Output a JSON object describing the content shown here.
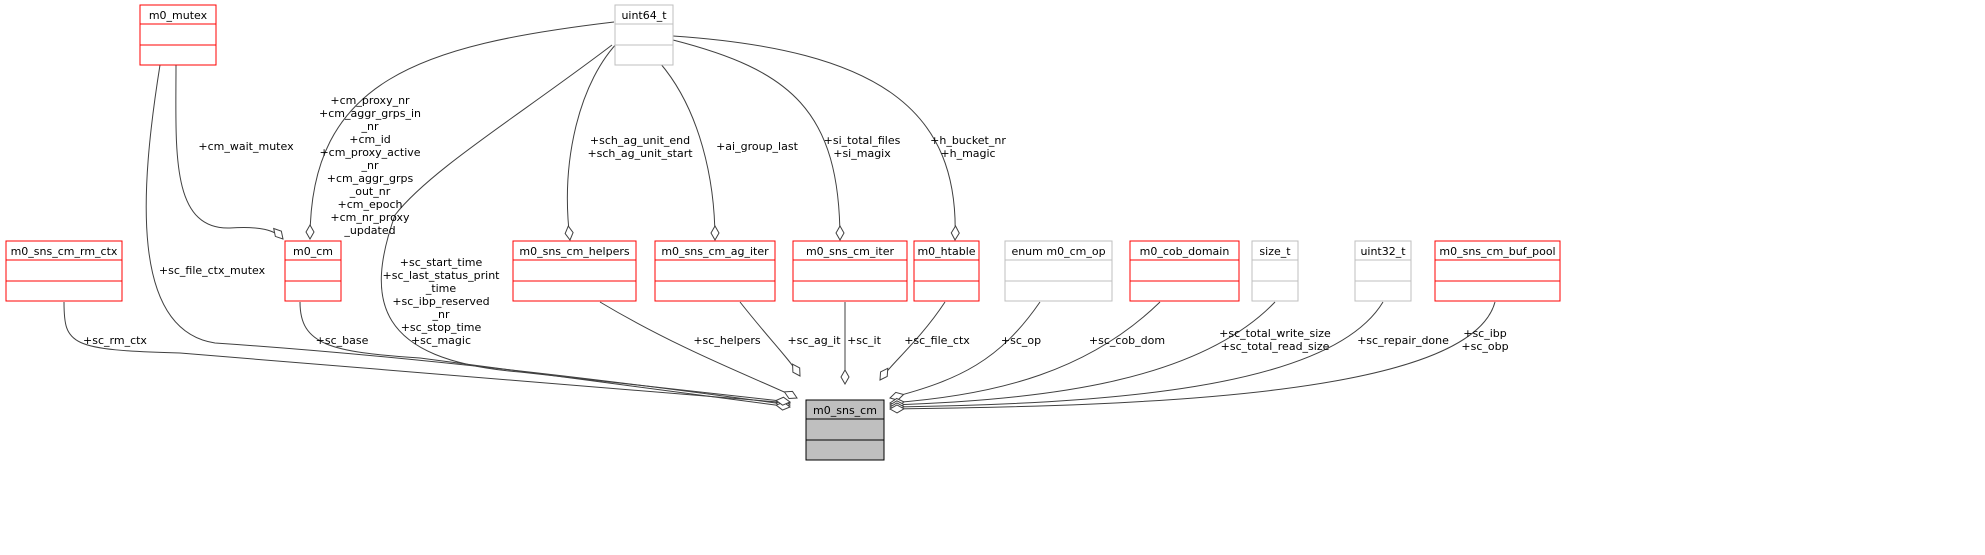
{
  "diagram": {
    "colors": {
      "class_border": "#ff0000",
      "external_border": "#bfbfbf",
      "main_fill": "#bfbfbf",
      "edge": "#404040"
    },
    "main_node": {
      "id": "m0_sns_cm",
      "label": "m0_sns_cm"
    },
    "nodes": [
      {
        "id": "m0_mutex",
        "label": "m0_mutex",
        "kind": "class"
      },
      {
        "id": "uint64_t",
        "label": "uint64_t",
        "kind": "external"
      },
      {
        "id": "m0_sns_cm_rm_ctx",
        "label": "m0_sns_cm_rm_ctx",
        "kind": "class"
      },
      {
        "id": "m0_cm",
        "label": "m0_cm",
        "kind": "class"
      },
      {
        "id": "m0_sns_cm_helpers",
        "label": "m0_sns_cm_helpers",
        "kind": "class"
      },
      {
        "id": "m0_sns_cm_ag_iter",
        "label": "m0_sns_cm_ag_iter",
        "kind": "class"
      },
      {
        "id": "m0_sns_cm_iter",
        "label": "m0_sns_cm_iter",
        "kind": "class"
      },
      {
        "id": "m0_htable",
        "label": "m0_htable",
        "kind": "class"
      },
      {
        "id": "enum_m0_cm_op",
        "label": "enum m0_cm_op",
        "kind": "external"
      },
      {
        "id": "m0_cob_domain",
        "label": "m0_cob_domain",
        "kind": "class"
      },
      {
        "id": "size_t",
        "label": "size_t",
        "kind": "external"
      },
      {
        "id": "uint32_t",
        "label": "uint32_t",
        "kind": "external"
      },
      {
        "id": "m0_sns_cm_buf_pool",
        "label": "m0_sns_cm_buf_pool",
        "kind": "class"
      }
    ],
    "edges": [
      {
        "from": "m0_sns_cm_rm_ctx",
        "to": "m0_sns_cm",
        "label": [
          "+sc_rm_ctx"
        ]
      },
      {
        "from": "m0_mutex",
        "to": "m0_sns_cm",
        "label": [
          "+sc_file_ctx_mutex"
        ]
      },
      {
        "from": "m0_mutex",
        "to": "m0_cm",
        "label": [
          "+cm_wait_mutex"
        ]
      },
      {
        "from": "uint64_t",
        "to": "m0_cm",
        "label": [
          "+cm_proxy_nr",
          "+cm_aggr_grps_in",
          "_nr",
          "+cm_id",
          "+cm_proxy_active",
          "_nr",
          "+cm_aggr_grps",
          "_out_nr",
          "+cm_epoch",
          "+cm_nr_proxy",
          "_updated"
        ]
      },
      {
        "from": "m0_cm",
        "to": "m0_sns_cm",
        "label": [
          "+sc_base"
        ]
      },
      {
        "from": "uint64_t",
        "to": "m0_sns_cm",
        "label": [
          "+sc_start_time",
          "+sc_last_status_print",
          "_time",
          "+sc_ibp_reserved",
          "_nr",
          "+sc_stop_time",
          "+sc_magic"
        ]
      },
      {
        "from": "uint64_t",
        "to": "m0_sns_cm_helpers",
        "label": [
          "+sch_ag_unit_end",
          "+sch_ag_unit_start"
        ]
      },
      {
        "from": "uint64_t",
        "to": "m0_sns_cm_ag_iter",
        "label": [
          "+ai_group_last"
        ]
      },
      {
        "from": "uint64_t",
        "to": "m0_sns_cm_iter",
        "label": [
          "+si_total_files",
          "+si_magix"
        ]
      },
      {
        "from": "uint64_t",
        "to": "m0_htable",
        "label": [
          "+h_bucket_nr",
          "+h_magic"
        ]
      },
      {
        "from": "m0_sns_cm_helpers",
        "to": "m0_sns_cm",
        "label": [
          "+sc_helpers"
        ]
      },
      {
        "from": "m0_sns_cm_ag_iter",
        "to": "m0_sns_cm",
        "label": [
          "+sc_ag_it"
        ]
      },
      {
        "from": "m0_sns_cm_iter",
        "to": "m0_sns_cm",
        "label": [
          "+sc_it"
        ]
      },
      {
        "from": "m0_htable",
        "to": "m0_sns_cm",
        "label": [
          "+sc_file_ctx"
        ]
      },
      {
        "from": "enum_m0_cm_op",
        "to": "m0_sns_cm",
        "label": [
          "+sc_op"
        ]
      },
      {
        "from": "m0_cob_domain",
        "to": "m0_sns_cm",
        "label": [
          "+sc_cob_dom"
        ]
      },
      {
        "from": "size_t",
        "to": "m0_sns_cm",
        "label": [
          "+sc_total_write_size",
          "+sc_total_read_size"
        ]
      },
      {
        "from": "uint32_t",
        "to": "m0_sns_cm",
        "label": [
          "+sc_repair_done"
        ]
      },
      {
        "from": "m0_sns_cm_buf_pool",
        "to": "m0_sns_cm",
        "label": [
          "+sc_ibp",
          "+sc_obp"
        ]
      }
    ]
  }
}
